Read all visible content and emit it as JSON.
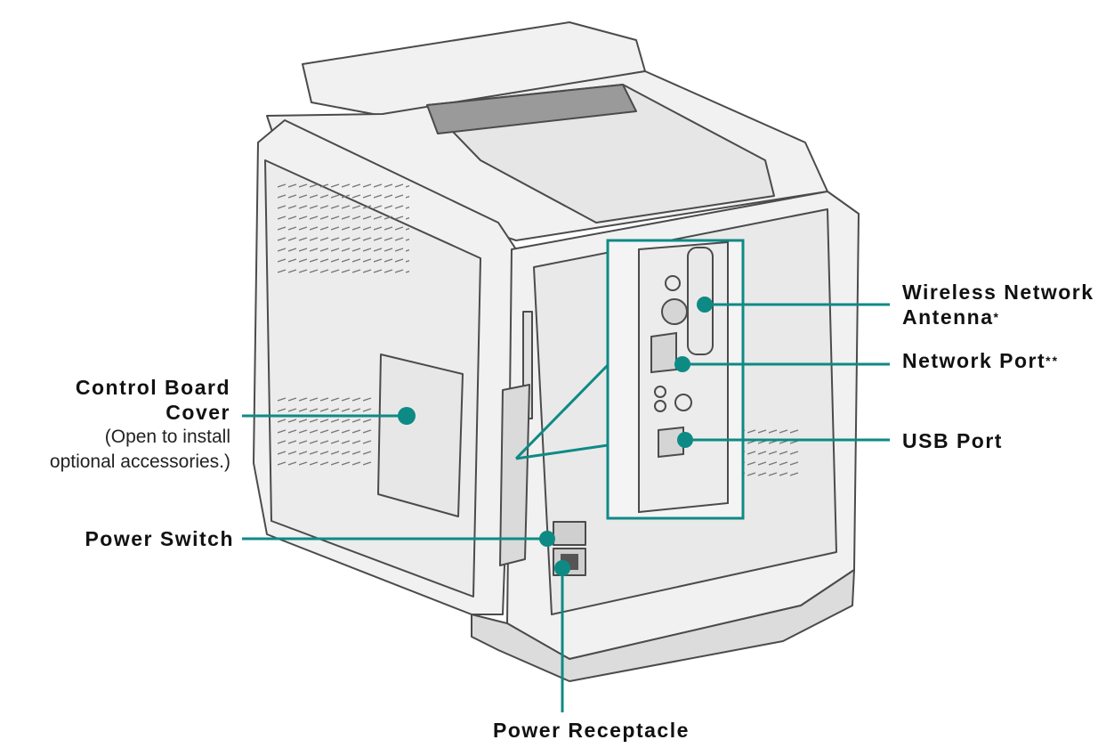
{
  "colors": {
    "callout": "#0e8a85",
    "outline": "#4b4b4b",
    "body_fill": "#f1f1f1",
    "shade_fill": "#dcdcdc"
  },
  "labels": {
    "wireless_antenna": {
      "line1": "Wireless Network",
      "line2": "Antenna",
      "mark": "*"
    },
    "network_port": {
      "text": "Network Port",
      "mark": "**"
    },
    "usb_port": {
      "text": "USB Port"
    },
    "control_board_cover": {
      "line1": "Control Board",
      "line2": "Cover",
      "note_line1": "(Open to install",
      "note_line2": "optional accessories.)"
    },
    "power_switch": {
      "text": "Power Switch"
    },
    "power_receptacle": {
      "text": "Power Receptacle"
    }
  }
}
